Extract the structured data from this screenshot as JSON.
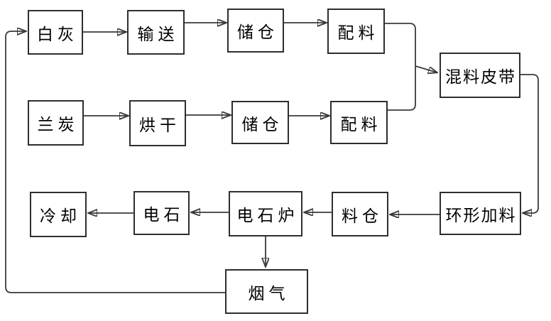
{
  "diagram": {
    "background": "#ffffff",
    "line_color": "#3a3a3a",
    "box_border_color": "#2e2e2e",
    "text_color": "#000000",
    "nodes": {
      "white_lime": {
        "label": "白灰"
      },
      "conveying": {
        "label": "输送"
      },
      "storage_bin_1": {
        "label": "储仓"
      },
      "batching_1": {
        "label": "配料"
      },
      "mixing_belt": {
        "label": "混料皮带"
      },
      "semi_coke": {
        "label": "兰炭"
      },
      "drying": {
        "label": "烘干"
      },
      "storage_bin_2": {
        "label": "储仓"
      },
      "batching_2": {
        "label": "配料"
      },
      "cooling": {
        "label": "冷却"
      },
      "calcium_carbide": {
        "label": "电石"
      },
      "carbide_furnace": {
        "label": "电石炉"
      },
      "feed_bin": {
        "label": "料仓"
      },
      "ring_feeder": {
        "label": "环形加料"
      },
      "flue_gas": {
        "label": "烟气"
      }
    },
    "edges": [
      {
        "from": "white_lime",
        "to": "conveying"
      },
      {
        "from": "conveying",
        "to": "storage_bin_1"
      },
      {
        "from": "storage_bin_1",
        "to": "batching_1"
      },
      {
        "from": "batching_1",
        "to": "mixing_belt"
      },
      {
        "from": "semi_coke",
        "to": "drying"
      },
      {
        "from": "drying",
        "to": "storage_bin_2"
      },
      {
        "from": "storage_bin_2",
        "to": "batching_2"
      },
      {
        "from": "batching_2",
        "to": "mixing_belt"
      },
      {
        "from": "mixing_belt",
        "to": "ring_feeder"
      },
      {
        "from": "ring_feeder",
        "to": "feed_bin"
      },
      {
        "from": "feed_bin",
        "to": "carbide_furnace"
      },
      {
        "from": "carbide_furnace",
        "to": "calcium_carbide"
      },
      {
        "from": "calcium_carbide",
        "to": "cooling"
      },
      {
        "from": "carbide_furnace",
        "to": "flue_gas"
      },
      {
        "from": "flue_gas",
        "to": "white_lime"
      }
    ]
  }
}
